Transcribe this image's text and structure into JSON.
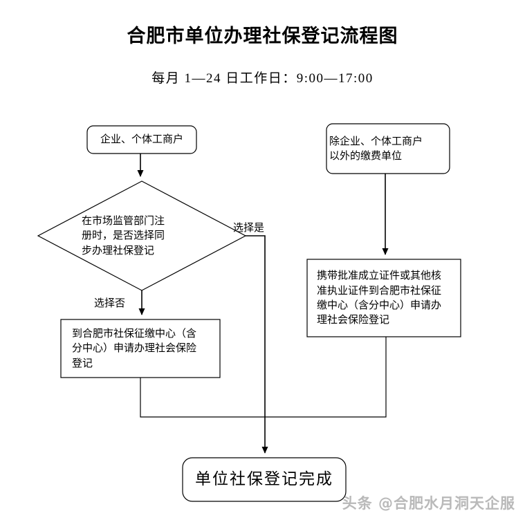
{
  "document": {
    "title": "合肥市单位办理社保登记流程图",
    "subtitle": "每月 1—24 日工作日：9:00—17:00"
  },
  "nodes": {
    "start_left": {
      "label": "企业、个体工商户",
      "shape": "rounded-rect"
    },
    "start_right": {
      "label": "除企业、个体工商户\n以外的缴费单位",
      "shape": "rounded-rect"
    },
    "decision": {
      "label": "在市场监管部门注\n册时，是否选择同\n步办理社保登记",
      "shape": "diamond"
    },
    "process_left": {
      "label": "到合肥市社保征缴中心（含\n分中心）申请办理社会保险\n登记",
      "shape": "rect"
    },
    "process_right": {
      "label": "携带批准成立证件或其他核\n准执业证件到合肥市社保征\n缴中心（含分中心）申请办\n理社会保险登记",
      "shape": "rect"
    },
    "end": {
      "label": "单位社保登记完成",
      "shape": "rounded-rect"
    }
  },
  "edges": {
    "yes_label": "选择是",
    "no_label": "选择否"
  },
  "watermark": {
    "text": "头条 @合肥水月洞天企服"
  },
  "colors": {
    "stroke": "#000000",
    "background": "#ffffff",
    "text": "#000000",
    "watermark": "#b9b9b9"
  },
  "chart_data": {
    "type": "diagram",
    "title": "合肥市单位办理社保登记流程图",
    "subtitle": "每月 1—24 日工作日：9:00—17:00",
    "nodes": [
      {
        "id": "start_left",
        "text": "企业、个体工商户",
        "shape": "rounded-rect"
      },
      {
        "id": "start_right",
        "text": "除企业、个体工商户以外的缴费单位",
        "shape": "rounded-rect"
      },
      {
        "id": "decision",
        "text": "在市场监管部门注册时，是否选择同步办理社保登记",
        "shape": "diamond"
      },
      {
        "id": "process_left",
        "text": "到合肥市社保征缴中心（含分中心）申请办理社会保险登记",
        "shape": "rect"
      },
      {
        "id": "process_right",
        "text": "携带批准成立证件或其他核准执业证件到合肥市社保征缴中心（含分中心）申请办理社会保险登记",
        "shape": "rect"
      },
      {
        "id": "end",
        "text": "单位社保登记完成",
        "shape": "rounded-rect"
      }
    ],
    "links": [
      {
        "from": "start_left",
        "to": "decision",
        "label": ""
      },
      {
        "from": "start_right",
        "to": "process_right",
        "label": ""
      },
      {
        "from": "decision",
        "to": "process_left",
        "label": "选择否"
      },
      {
        "from": "decision",
        "to": "end",
        "label": "选择是"
      },
      {
        "from": "process_left",
        "to": "end",
        "label": ""
      },
      {
        "from": "process_right",
        "to": "end",
        "label": ""
      }
    ]
  }
}
